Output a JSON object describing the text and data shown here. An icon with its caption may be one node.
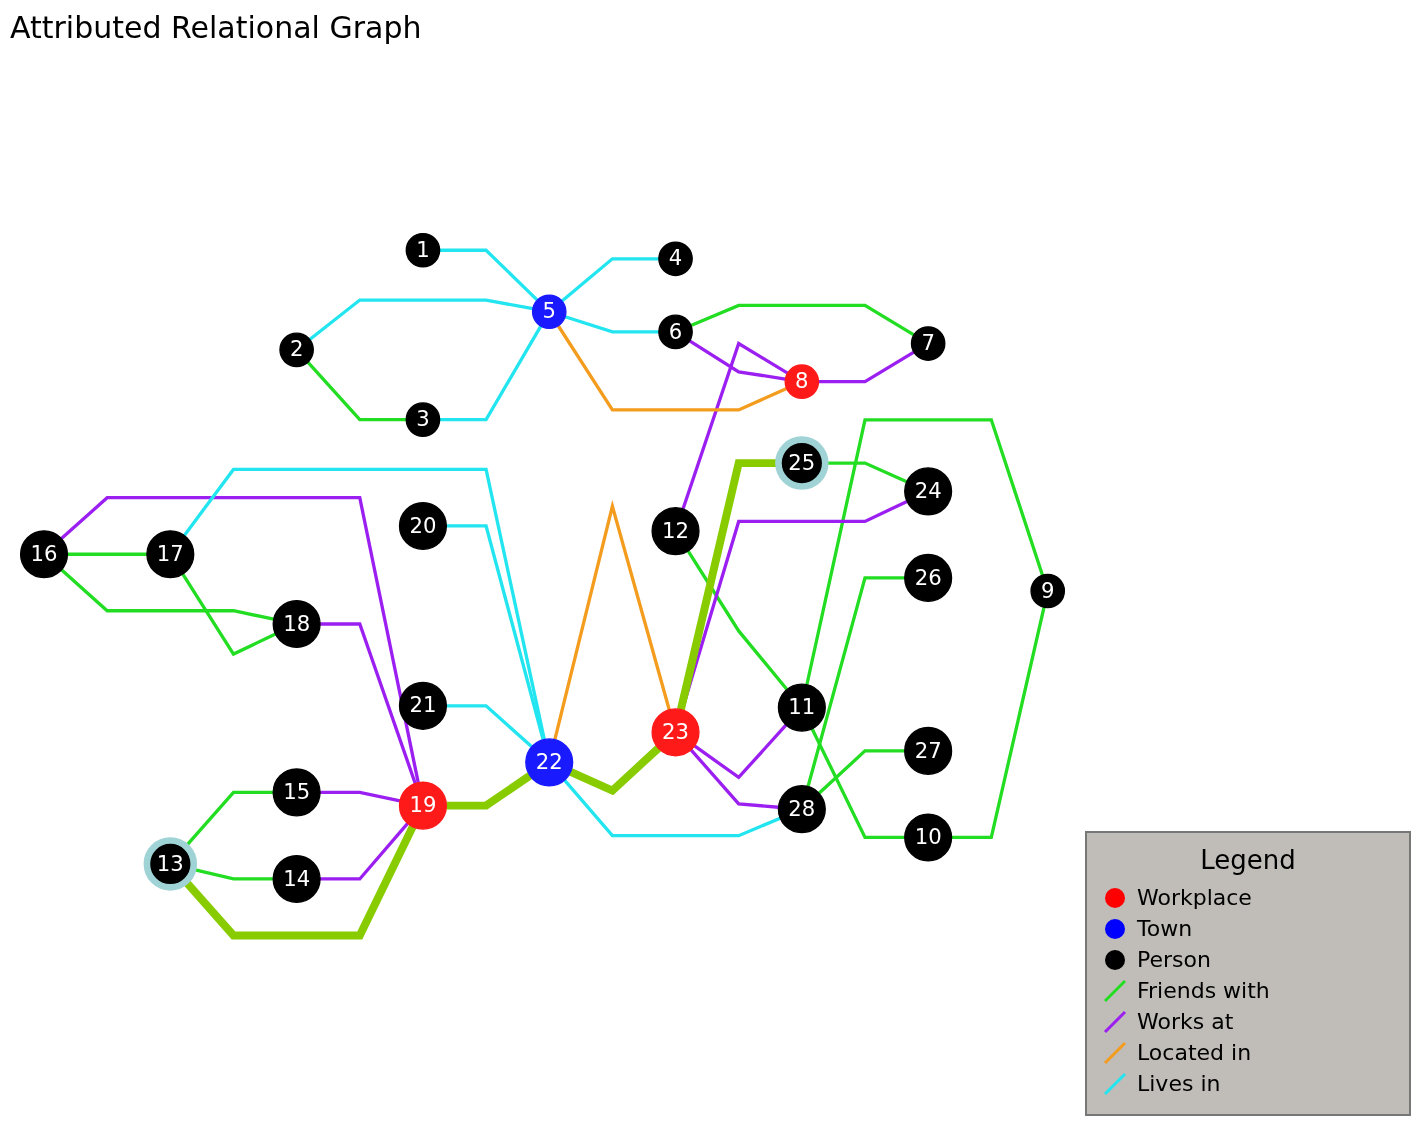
{
  "diagram": {
    "title": "Attributed Relational Graph",
    "nodes": [
      {
        "text": [
          "1"
        ]
      },
      {
        "text": [
          "2"
        ]
      },
      {
        "text": [
          "3"
        ]
      },
      {
        "text": [
          "4"
        ]
      },
      {
        "text": [
          "5"
        ]
      },
      {
        "text": [
          "6"
        ]
      },
      {
        "text": [
          "7"
        ]
      },
      {
        "text": [
          "8"
        ]
      },
      {
        "text": [
          "9"
        ]
      },
      {
        "text": [
          "10"
        ]
      },
      {
        "text": [
          "11"
        ]
      },
      {
        "text": [
          "12"
        ]
      },
      {
        "text": [
          "13"
        ]
      },
      {
        "text": [
          "14"
        ]
      },
      {
        "text": [
          "15"
        ]
      },
      {
        "text": [
          "16"
        ]
      },
      {
        "text": [
          "17"
        ]
      },
      {
        "text": [
          "18"
        ]
      },
      {
        "text": [
          "19"
        ]
      },
      {
        "text": [
          "20"
        ]
      },
      {
        "text": [
          "21"
        ]
      },
      {
        "text": [
          "22"
        ]
      },
      {
        "text": [
          "23"
        ]
      },
      {
        "text": [
          "24"
        ]
      },
      {
        "text": [
          "25"
        ]
      },
      {
        "text": [
          "26"
        ]
      },
      {
        "text": [
          "27"
        ]
      },
      {
        "text": [
          "28"
        ]
      }
    ],
    "edges": [
      {
        "from": 1,
        "to": 2,
        "arrow": "none",
        "color": "#22dd22"
      },
      {
        "from": 12,
        "to": 14,
        "arrow": "none",
        "color": "#22dd22"
      },
      {
        "from": 12,
        "to": 13,
        "arrow": "none",
        "color": "#22dd22"
      },
      {
        "from": 15,
        "to": 16,
        "arrow": "none",
        "color": "#22dd22"
      },
      {
        "from": 15,
        "to": 17,
        "arrow": "none",
        "color": "#22dd22"
      },
      {
        "from": 16,
        "to": 17,
        "arrow": "none",
        "color": "#22dd22"
      },
      {
        "from": 5,
        "to": 6,
        "arrow": "none",
        "color": "#22dd22"
      },
      {
        "from": 11,
        "to": 10,
        "arrow": "none",
        "color": "#22dd22"
      },
      {
        "from": 10,
        "to": 8,
        "arrow": "none",
        "color": "#22dd22"
      },
      {
        "from": 10,
        "to": 9,
        "arrow": "none",
        "color": "#22dd22"
      },
      {
        "from": 9,
        "to": 8,
        "arrow": "none",
        "color": "#22dd22"
      },
      {
        "from": 24,
        "to": 23,
        "arrow": "none",
        "color": "#22dd22"
      },
      {
        "from": 27,
        "to": 26,
        "arrow": "none",
        "color": "#22dd22"
      },
      {
        "from": 27,
        "to": 25,
        "arrow": "none",
        "color": "#22dd22"
      },
      {
        "from": 15,
        "to": 18,
        "arrow": "none",
        "color": "#9b1ff0"
      },
      {
        "from": 17,
        "to": 18,
        "arrow": "none",
        "color": "#9b1ff0"
      },
      {
        "from": 14,
        "to": 18,
        "arrow": "none",
        "color": "#9b1ff0"
      },
      {
        "from": 13,
        "to": 18,
        "arrow": "none",
        "color": "#9b1ff0"
      },
      {
        "from": 11,
        "to": 7,
        "arrow": "none",
        "color": "#9b1ff0"
      },
      {
        "from": 5,
        "to": 7,
        "arrow": "none",
        "color": "#9b1ff0"
      },
      {
        "from": 7,
        "to": 6,
        "arrow": "none",
        "color": "#9b1ff0"
      },
      {
        "from": 22,
        "to": 10,
        "arrow": "none",
        "color": "#9b1ff0"
      },
      {
        "from": 22,
        "to": 27,
        "arrow": "none",
        "color": "#9b1ff0"
      },
      {
        "from": 22,
        "to": 23,
        "arrow": "none",
        "color": "#9b1ff0"
      },
      {
        "from": 4,
        "to": 7,
        "arrow": "none",
        "color": "#f39c1e"
      },
      {
        "from": 21,
        "to": 22,
        "arrow": "none",
        "color": "#f39c1e"
      },
      {
        "from": 0,
        "to": 4,
        "arrow": "none",
        "color": "#22e5f0"
      },
      {
        "from": 1,
        "to": 4,
        "arrow": "none",
        "color": "#22e5f0"
      },
      {
        "from": 2,
        "to": 4,
        "arrow": "none",
        "color": "#22e5f0"
      },
      {
        "from": 4,
        "to": 3,
        "arrow": "none",
        "color": "#22e5f0"
      },
      {
        "from": 4,
        "to": 5,
        "arrow": "none",
        "color": "#22e5f0"
      },
      {
        "from": 16,
        "to": 21,
        "arrow": "none",
        "color": "#22e5f0"
      },
      {
        "from": 19,
        "to": 21,
        "arrow": "none",
        "color": "#22e5f0"
      },
      {
        "from": 20,
        "to": 21,
        "arrow": "none",
        "color": "#22e5f0"
      },
      {
        "from": 21,
        "to": 27,
        "arrow": "none",
        "color": "#22e5f0"
      },
      {
        "from": 12,
        "to": 18,
        "arrow": "none",
        "style": "thick",
        "color": "#88cc00"
      },
      {
        "from": 18,
        "to": 21,
        "arrow": "none",
        "style": "thick",
        "color": "#88cc00"
      },
      {
        "from": 21,
        "to": 22,
        "arrow": "none",
        "style": "thick",
        "color": "#88cc00"
      },
      {
        "from": 22,
        "to": 24,
        "arrow": "none",
        "style": "thick",
        "color": "#88cc00"
      }
    ],
    "labels": [
      "Legend"
    ],
    "legend": [
      {
        "text": "Workplace",
        "color": "#ff0000"
      },
      {
        "text": "Town",
        "color": "#0000ff"
      },
      {
        "text": "Person",
        "color": "#000000"
      },
      {
        "text": "Friends with"
      },
      {
        "text": "Works at"
      },
      {
        "text": "Located in"
      },
      {
        "text": "Lives in"
      }
    ]
  }
}
